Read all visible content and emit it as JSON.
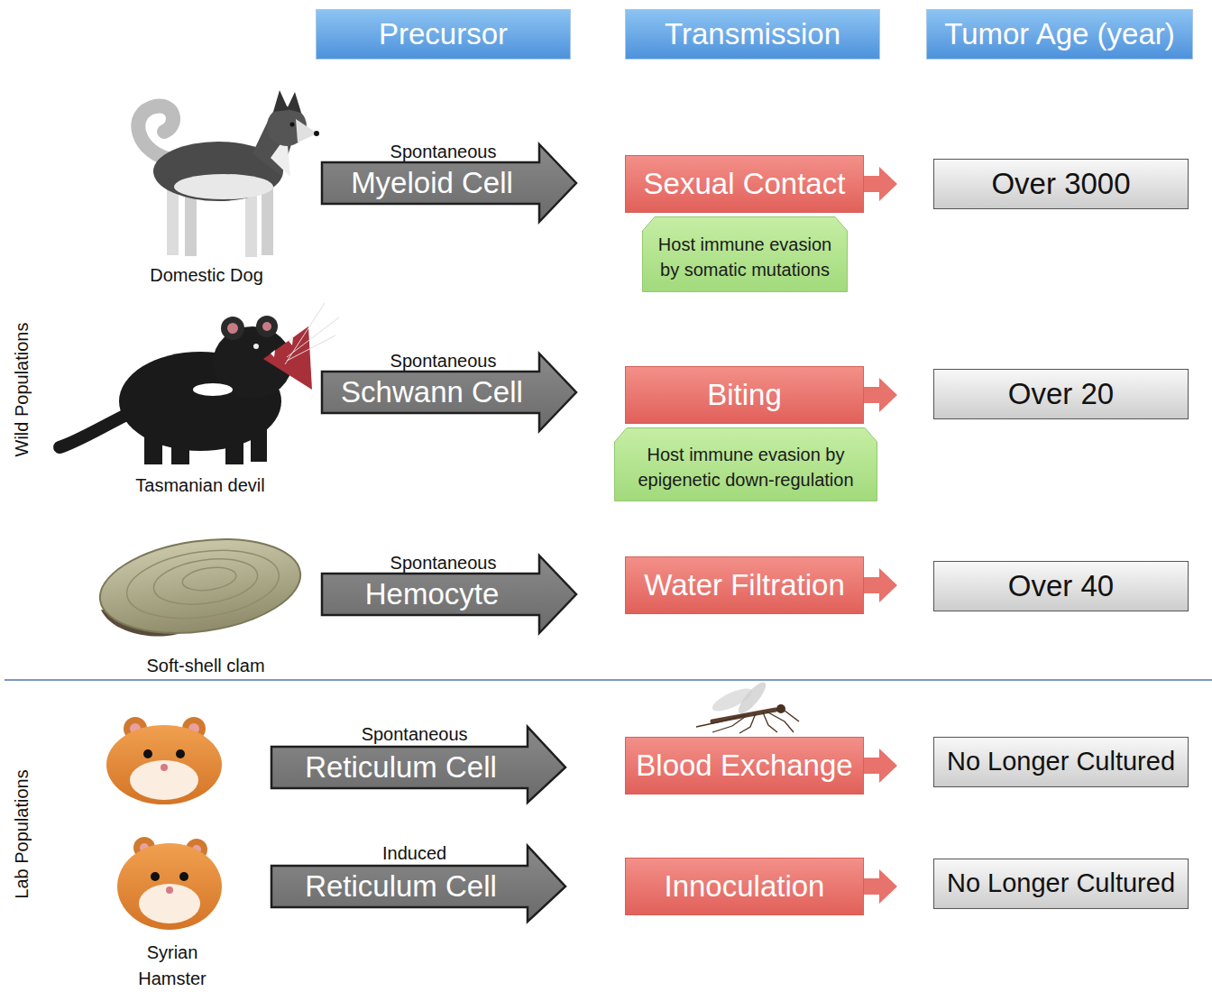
{
  "diagram": {
    "nodes": [
      {
        "text": [
          "Precursor"
        ]
      },
      {
        "text": [
          "Transmission"
        ]
      },
      {
        "text": [
          "Tumor Age (year)"
        ]
      },
      {
        "text": [
          "Spontaneous",
          "Myeloid Cell"
        ]
      },
      {
        "text": [
          "Sexual Contact"
        ]
      },
      {
        "text": [
          "Host immune evasion by somatic mutations"
        ]
      },
      {
        "text": [
          "Over 3000"
        ]
      },
      {
        "text": [
          "Spontaneous",
          "Schwann Cell"
        ]
      },
      {
        "text": [
          "Biting"
        ]
      },
      {
        "text": [
          "Host immune evasion by epigenetic down-regulation"
        ]
      },
      {
        "text": [
          "Over 20"
        ]
      },
      {
        "text": [
          "Spontaneous",
          "Hemocyte"
        ]
      },
      {
        "text": [
          "Water Filtration"
        ]
      },
      {
        "text": [
          "Over 40"
        ]
      },
      {
        "text": [
          "Spontaneous",
          "Reticulum Cell"
        ]
      },
      {
        "text": [
          "Blood Exchange"
        ]
      },
      {
        "text": [
          "No Longer Cultured"
        ]
      },
      {
        "text": [
          "Induced",
          "Reticulum Cell"
        ]
      },
      {
        "text": [
          "Innoculation"
        ]
      },
      {
        "text": [
          "No Longer Cultured"
        ]
      }
    ],
    "labels": [
      "Domestic Dog",
      "Tasmanian devil",
      "Soft-shell clam",
      "Syrian Hamster",
      "Wild Populations",
      "Lab Populations"
    ]
  }
}
